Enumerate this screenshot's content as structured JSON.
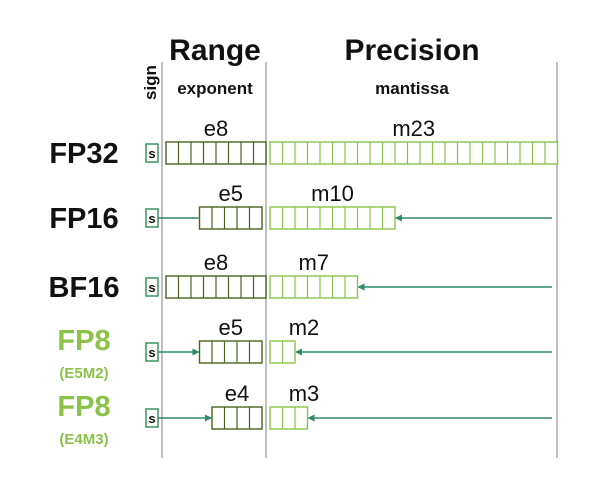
{
  "header": {
    "sign_label": "sign",
    "range_title": "Range",
    "range_subtitle": "exponent",
    "precision_title": "Precision",
    "precision_subtitle": "mantissa"
  },
  "colors": {
    "black": "#111111",
    "highlight": "#8bc34a",
    "divider": "#aaaaaa",
    "exponent_stroke": "#4a6320",
    "mantissa_stroke": "#8bc34a",
    "sign_stroke": "#2e8b57",
    "arrow": "#2e8b6b"
  },
  "formats": [
    {
      "name": "FP32",
      "subtitle": "",
      "highlight": false,
      "sign_char": "s",
      "exponent_bits": 8,
      "exponent_label": "e8",
      "mantissa_bits": 23,
      "mantissa_label": "m23",
      "exponent_aligned": "left",
      "sign_arrow": false,
      "mantissa_arrow": false
    },
    {
      "name": "FP16",
      "subtitle": "",
      "highlight": false,
      "sign_char": "s",
      "exponent_bits": 5,
      "exponent_label": "e5",
      "mantissa_bits": 10,
      "mantissa_label": "m10",
      "exponent_aligned": "right",
      "sign_arrow": false,
      "mantissa_arrow": true
    },
    {
      "name": "BF16",
      "subtitle": "",
      "highlight": false,
      "sign_char": "s",
      "exponent_bits": 8,
      "exponent_label": "e8",
      "mantissa_bits": 7,
      "mantissa_label": "m7",
      "exponent_aligned": "left",
      "sign_arrow": false,
      "mantissa_arrow": true
    },
    {
      "name": "FP8",
      "subtitle": "(E5M2)",
      "highlight": true,
      "sign_char": "s",
      "exponent_bits": 5,
      "exponent_label": "e5",
      "mantissa_bits": 2,
      "mantissa_label": "m2",
      "exponent_aligned": "right",
      "sign_arrow": true,
      "mantissa_arrow": true
    },
    {
      "name": "FP8",
      "subtitle": "(E4M3)",
      "highlight": true,
      "sign_char": "s",
      "exponent_bits": 4,
      "exponent_label": "e4",
      "mantissa_bits": 3,
      "mantissa_label": "m3",
      "exponent_aligned": "right",
      "sign_arrow": true,
      "mantissa_arrow": true
    }
  ]
}
